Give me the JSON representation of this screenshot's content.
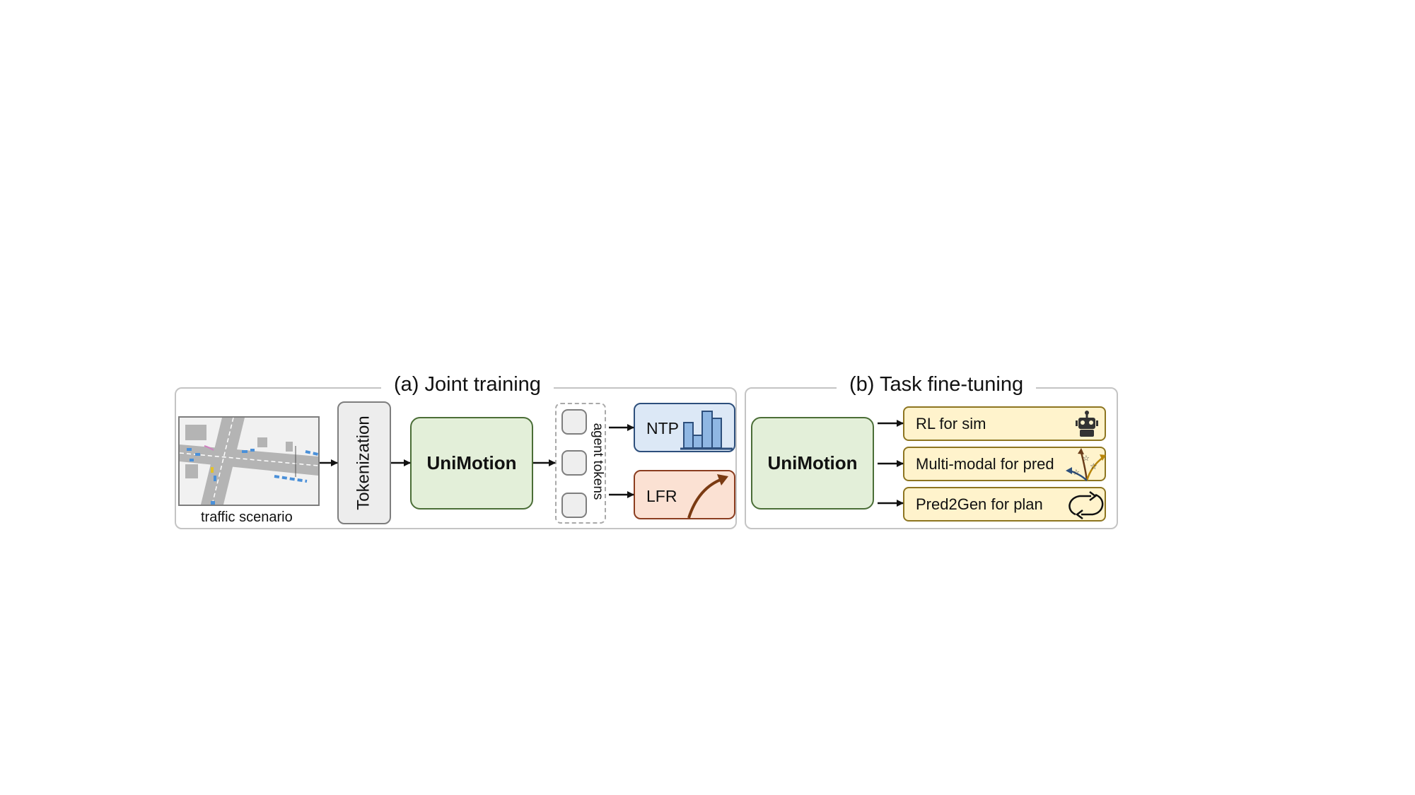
{
  "panel_a": {
    "title": "(a) Joint training",
    "scenario_caption": "traffic scenario",
    "tokenization_label": "Tokenization",
    "model_label": "UniMotion",
    "tokens_label": "agent tokens",
    "ntp_label": "NTP",
    "lfr_label": "LFR"
  },
  "panel_b": {
    "title": "(b) Task fine-tuning",
    "model_label": "UniMotion",
    "tasks": [
      {
        "label": "RL for sim",
        "icon": "robot-icon"
      },
      {
        "label": "Multi-modal for pred",
        "icon": "multi-trajectory-icon"
      },
      {
        "label": "Pred2Gen for plan",
        "icon": "loop-arrows-icon"
      }
    ]
  },
  "colors": {
    "model_fill": "#e3efd9",
    "ntp_fill": "#dce8f6",
    "lfr_fill": "#fbe1d3",
    "task_fill": "#fff3cc"
  }
}
